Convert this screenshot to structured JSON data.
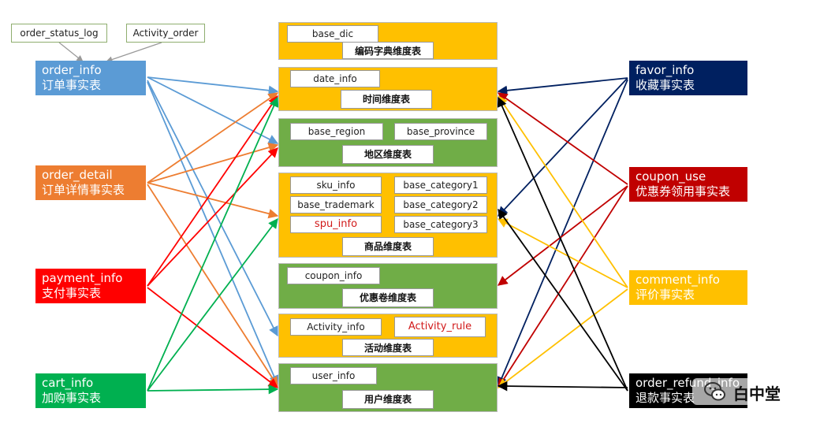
{
  "colors": {
    "blue": "#5b9bd5",
    "orange": "#ed7d31",
    "red": "#ff0000",
    "green": "#00b050",
    "navy": "#002060",
    "darkred": "#c00000",
    "yellow": "#ffc000",
    "black": "#000000",
    "dim_yellow": "#ffc000",
    "dim_green": "#70ad47"
  },
  "sources": [
    "order_status_log",
    "Activity_order"
  ],
  "left_facts": [
    {
      "name": "order_info",
      "cn": "订单事实表"
    },
    {
      "name": "order_detail",
      "cn": "订单详情事实表"
    },
    {
      "name": "payment_info",
      "cn": "支付事实表"
    },
    {
      "name": "cart_info",
      "cn": "加购事实表"
    }
  ],
  "right_facts": [
    {
      "name": "favor_info",
      "cn": "收藏事实表"
    },
    {
      "name": "coupon_use",
      "cn": "优惠券领用事实表"
    },
    {
      "name": "comment_info",
      "cn": "评价事实表"
    },
    {
      "name": "order_refund_info",
      "cn": "退款事实表"
    }
  ],
  "dims": [
    {
      "caption": "编码字典维度表",
      "tables": [
        "base_dic"
      ]
    },
    {
      "caption": "时间维度表",
      "tables": [
        "date_info"
      ]
    },
    {
      "caption": "地区维度表",
      "tables": [
        "base_region",
        "base_province"
      ]
    },
    {
      "caption": "商品维度表",
      "tables": [
        "sku_info",
        "base_category1",
        "base_trademark",
        "base_category2",
        "spu_info",
        "base_category3"
      ]
    },
    {
      "caption": "优惠卷维度表",
      "tables": [
        "coupon_info"
      ]
    },
    {
      "caption": "活动维度表",
      "tables": [
        "Activity_info",
        "Activity_rule"
      ]
    },
    {
      "caption": "用户维度表",
      "tables": [
        "user_info"
      ]
    }
  ],
  "watermark": "白中堂"
}
